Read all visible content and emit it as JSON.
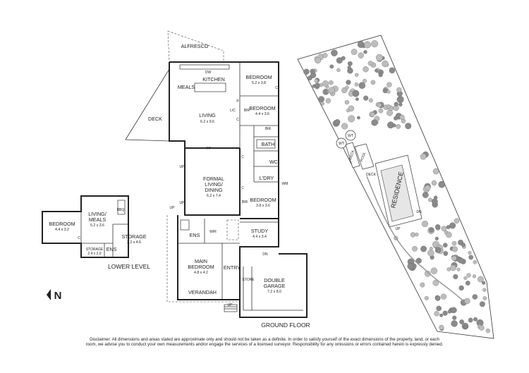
{
  "ground_floor": {
    "title": "GROUND FLOOR",
    "rooms": {
      "alfresco": {
        "name": "ALFRESCO"
      },
      "kitchen": {
        "name": "KITCHEN"
      },
      "meals": {
        "name": "MEALS"
      },
      "bedroom2": {
        "name": "BEDROOM",
        "dims": "5.2 x 3.8"
      },
      "bedroom3": {
        "name": "BEDROOM",
        "dims": "4.4 x 3.6"
      },
      "deck": {
        "name": "DECK"
      },
      "living": {
        "name": "LIVING",
        "dims": "6.2 x 9.6"
      },
      "bath": {
        "name": "BATH"
      },
      "wc": {
        "name": "WC"
      },
      "ldry": {
        "name": "L'DRY"
      },
      "formal": {
        "name": "FORMAL",
        "line2": "LIVING/",
        "line3": "DINING",
        "dims": "6.2 x 7.4"
      },
      "bedroom4": {
        "name": "BEDROOM",
        "dims": "3.8 x 3.6"
      },
      "study": {
        "name": "STUDY",
        "dims": "4.4 x 3.4"
      },
      "ens": {
        "name": "ENS"
      },
      "main_bed": {
        "name": "MAIN",
        "line2": "BEDROOM",
        "dims": "4.8 x 4.2"
      },
      "entry": {
        "name": "ENTRY"
      },
      "garage": {
        "name": "DOUBLE",
        "line2": "GARAGE",
        "dims": "7.2 x 8.0"
      },
      "verandah": {
        "name": "VERANDAH"
      }
    },
    "marks": {
      "dw": "DW",
      "fp": "FP",
      "up1": "UP",
      "up2": "UP",
      "up3": "UP",
      "up4": "UP",
      "dn": "DN",
      "wir": "WIR",
      "bir1": "BIR",
      "bir2": "BIR",
      "bir3": "BIR",
      "p": "P",
      "c1": "C",
      "c2": "C",
      "c3": "C",
      "c4": "C",
      "wm": "WM",
      "store": "STORE",
      "lc": "L/C"
    }
  },
  "lower_level": {
    "title": "LOWER LEVEL",
    "rooms": {
      "bedroom": {
        "name": "BEDROOM",
        "dims": "4.4 x 3.2"
      },
      "living": {
        "name": "LIVING/",
        "line2": "MEALS",
        "dims": "5.2 x 3.6"
      },
      "storage1": {
        "name": "STORAGE",
        "dims": "3.2 x 4.6"
      },
      "storage2": {
        "name": "STORAGE",
        "dims": "2.4 x 2.0"
      },
      "ens": {
        "name": "ENS"
      }
    },
    "marks": {
      "bbq": "BBQ",
      "c": "C"
    }
  },
  "site_plan": {
    "residence": "RESIDENCE",
    "pool": "POOL",
    "deck1": "DECK",
    "deck2": "DECK",
    "wt1": "WT",
    "wt2": "WT",
    "up": "UP",
    "dn": "DN"
  },
  "north": "N",
  "disclaimer": "Disclaimer: All dimensions and areas stated are approximate only and should not be taken as a definite. In order to satisfy yourself of the exact dimensions of the property, land, or each room, we advise you to conduct your own measurements and/or engage the services of a licensed surveyor. Responsibility for any omissions or errors contained herein is expressly denied."
}
